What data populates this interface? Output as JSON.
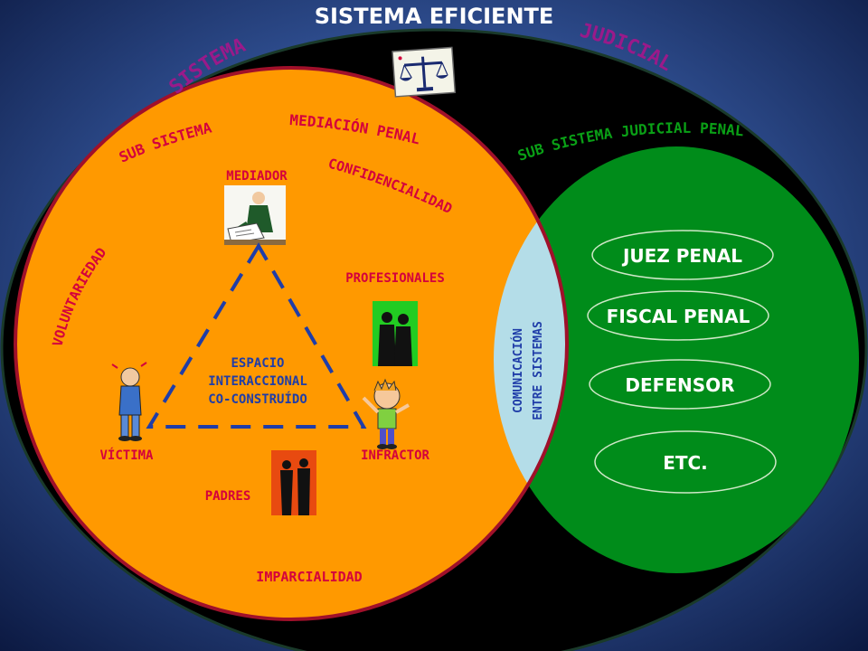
{
  "colors": {
    "background_center": "#4f6fa6",
    "background_edge": "#0b1840",
    "outer_ellipse": "#000000",
    "outer_border": "#1a3a2a",
    "orange_circle": "#ff9900",
    "orange_border": "#a0102a",
    "green_circle": "#008c1a",
    "overlap": "#add8e6",
    "red_text": "#d4003c",
    "green_text": "#0aa016",
    "white_text": "#ffffff",
    "purple_text": "#9a1a8a",
    "triangle_dash": "#1f3da8"
  },
  "header": {
    "title": "SISTEMA EFICIENTE"
  },
  "outer": {
    "left_label": "SISTEMA",
    "right_label": "JUDICIAL"
  },
  "mediation": {
    "label_part1": "SUB SISTEMA",
    "label_part2": "MEDIACIÓN PENAL",
    "principle_top": "CONFIDENCIALIDAD",
    "principle_left": "VOLUNTARIEDAD",
    "principle_bottom": "IMPARCIALIDAD",
    "mediator": "MEDIADOR",
    "professionals": "PROFESIONALES",
    "victim": "VÍCTIMA",
    "offender": "INFRACTOR",
    "parents": "PADRES",
    "space_line1": "ESPACIO",
    "space_line2": "INTERACCIONAL",
    "space_line3": "CO-CONSTRUÍDO"
  },
  "communication": {
    "line1": "COMUNICACIÓN",
    "line2": "ENTRE SISTEMAS"
  },
  "judicial": {
    "label": "SUB SISTEMA JUDICIAL PENAL",
    "items": [
      "JUEZ PENAL",
      "FISCAL PENAL",
      "DEFENSOR",
      "ETC."
    ]
  },
  "icons": {
    "scales": "scales-of-justice-icon",
    "mediator": "mediator-at-desk-icon",
    "professionals": "professionals-silhouette-icon",
    "victim": "angry-victim-icon",
    "offender": "child-offender-icon",
    "parents": "parents-silhouette-icon"
  }
}
